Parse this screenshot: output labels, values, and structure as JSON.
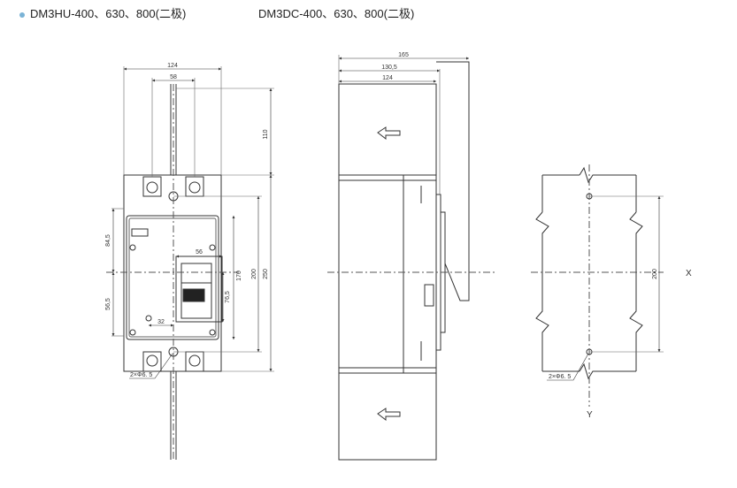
{
  "header": {
    "model_left": "DM3HU-400、630、800(二极)",
    "model_right": "DM3DC-400、630、800(二极)"
  },
  "front_view": {
    "dim_124": "124",
    "dim_58": "58",
    "dim_110": "110",
    "dim_56": "56",
    "dim_170": "170",
    "dim_200": "200",
    "dim_250": "250",
    "dim_84_5": "84,5",
    "dim_56_5": "56,5",
    "dim_76_5": "76,5",
    "dim_32": "32",
    "hole_label": "2×Φ6. 5"
  },
  "side_view": {
    "dim_165": "165",
    "dim_130_5": "130,5",
    "dim_124": "124",
    "arrow_icon": "left-arrow"
  },
  "mount_view": {
    "dim_200": "200",
    "hole_label": "2×Φ6. 5",
    "axis_x": "X",
    "axis_y": "Y"
  }
}
